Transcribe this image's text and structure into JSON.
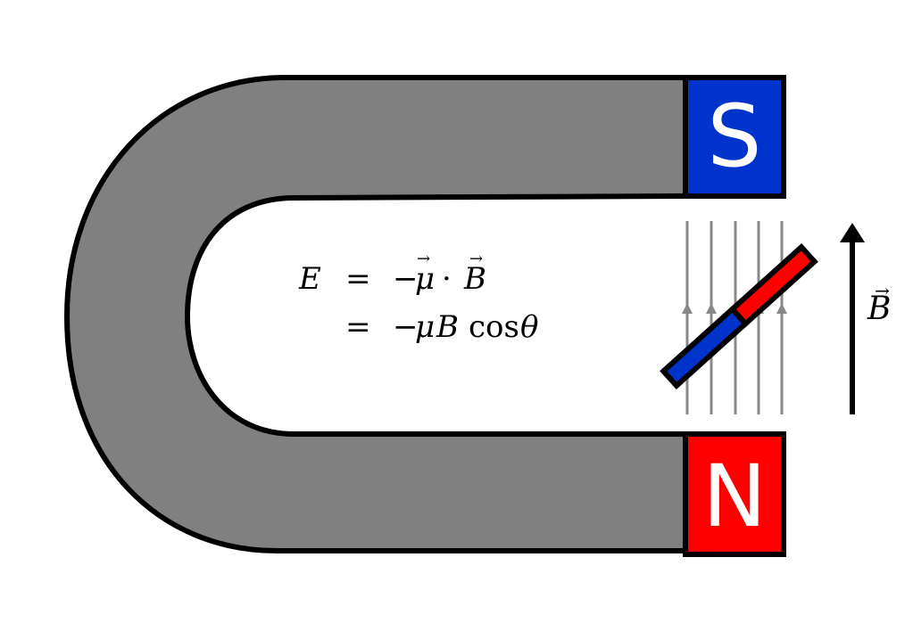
{
  "poles": {
    "top": {
      "label": "S",
      "color": "#0033cc"
    },
    "bottom": {
      "label": "N",
      "color": "#ff0000"
    }
  },
  "magnet_body_color": "#808080",
  "field_line_color": "#888888",
  "equation": {
    "line1": {
      "lhs": "E",
      "eq": "=",
      "rhs_minus": "−",
      "mu": "μ",
      "dot": "·",
      "B": "B"
    },
    "line2": {
      "eq": "=",
      "rhs_minus": "−",
      "mu": "μ",
      "B": "B",
      "cos": "cos",
      "theta": "θ"
    }
  },
  "field_label": {
    "symbol": "B"
  },
  "dipole": {
    "north_color": "#ff0000",
    "south_color": "#0033cc"
  }
}
